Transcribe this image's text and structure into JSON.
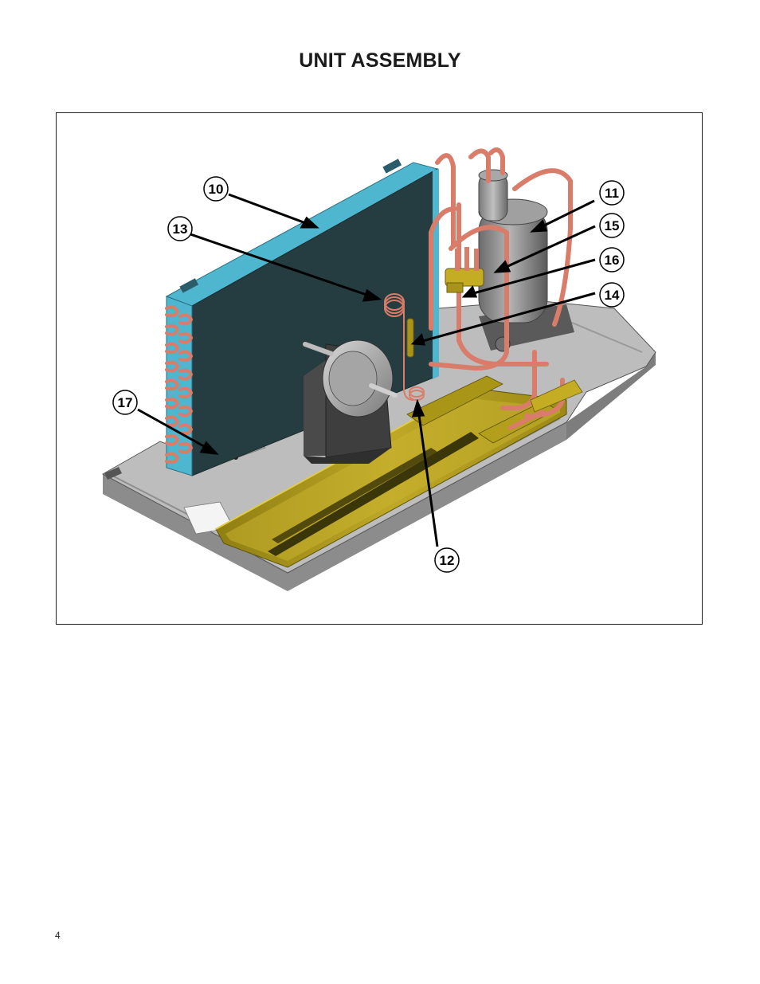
{
  "title": "UNIT ASSEMBLY",
  "page_number": "4",
  "callouts": {
    "c10": "10",
    "c11": "11",
    "c12": "12",
    "c13": "13",
    "c14": "14",
    "c15": "15",
    "c16": "16",
    "c17": "17"
  },
  "colors": {
    "coil_face": "#253d40",
    "coil_fin": "#4fb6d0",
    "copper": "#d97c6a",
    "base_pan": "#b8b8b8",
    "drain_tray": "#a89418",
    "compressor": "#8a8a8a"
  }
}
